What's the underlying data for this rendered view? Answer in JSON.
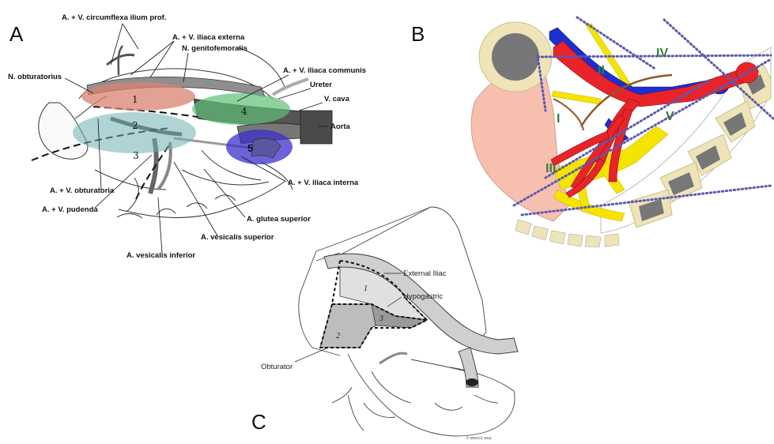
{
  "panels": {
    "a": {
      "letter": "A",
      "labels": {
        "circumflexa": "A. + V. circumflexa ilium prof.",
        "iliaca_externa": "A. + V. iliaca externa",
        "genitofemoralis": "N. genitofemoralis",
        "obturatorius": "N. obturatorius",
        "iliaca_communis": "A. + V. iliaca communis",
        "ureter": "Ureter",
        "v_cava": "V. cava",
        "aorta": "Aorta",
        "obturatoria": "A. + V. obturatoria",
        "pudenda": "A. + V. pudenda",
        "iliaca_interna": "A. + V. iliaca interna",
        "glutea_superior": "A. glutea superior",
        "vesicalis_superior": "A. vesicalis superior",
        "vesicalis_inferior": "A. vesicalis inferior"
      },
      "zones": [
        "1",
        "2",
        "3",
        "4",
        "5"
      ],
      "zone_colors": {
        "z1": "#d9826f",
        "z2": "#6fb1b5",
        "z4": "#5fbf77",
        "z5": "#3b2fc9"
      }
    },
    "b": {
      "letter": "B",
      "zones": [
        "I",
        "II",
        "III",
        "IV",
        "V"
      ],
      "colors": {
        "artery": "#e8242a",
        "vein": "#1d2fd0",
        "nerve": "#f5e400",
        "tissue": "#f7bfae",
        "bone_outline": "#efe4b8",
        "bone_core": "#777777",
        "zone_text": "#3a7d3a"
      }
    },
    "c": {
      "letter": "C",
      "labels": {
        "external_iliac": "External Iliac",
        "hypogastric": "Hypogastric",
        "obturator": "Obturator"
      },
      "zones": [
        "1",
        "2",
        "3"
      ],
      "copyright": "© MSKCC 2011"
    }
  }
}
